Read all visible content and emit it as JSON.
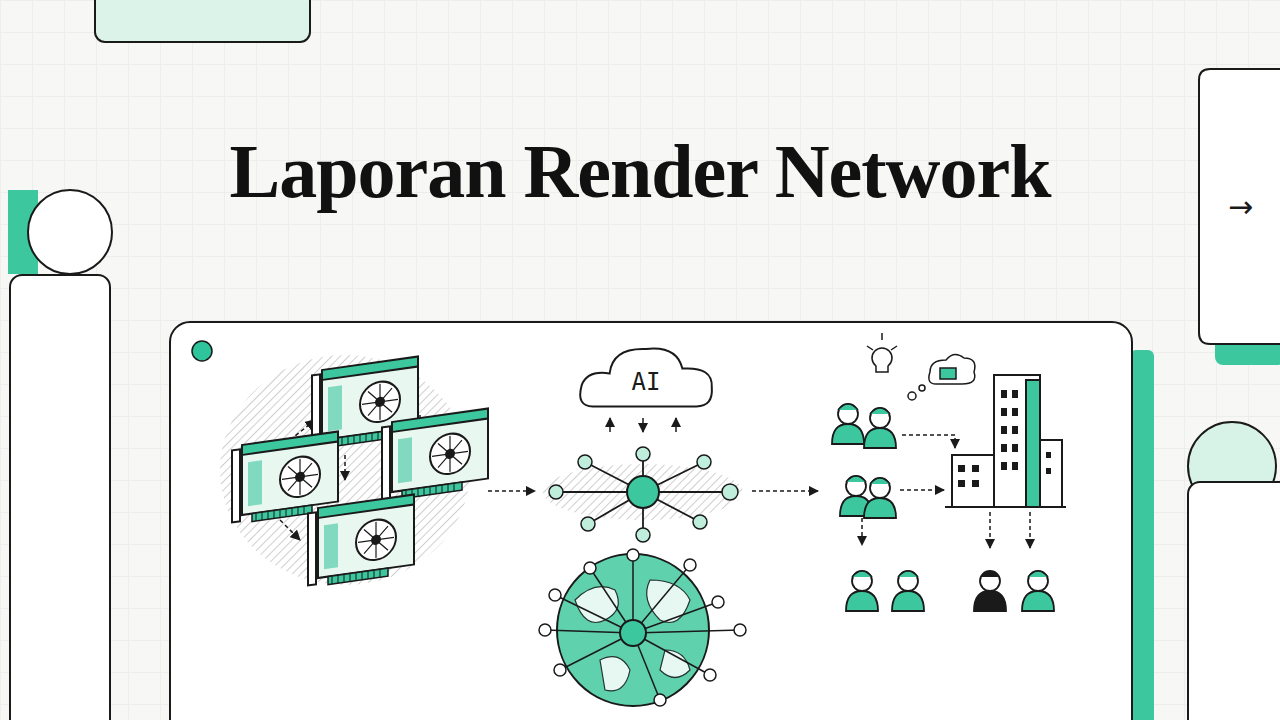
{
  "diagram": {
    "title": "Laporan Render Network",
    "nodes": [
      {
        "text": [
          "AI"
        ]
      },
      {
        "text": [
          "→"
        ]
      }
    ]
  }
}
